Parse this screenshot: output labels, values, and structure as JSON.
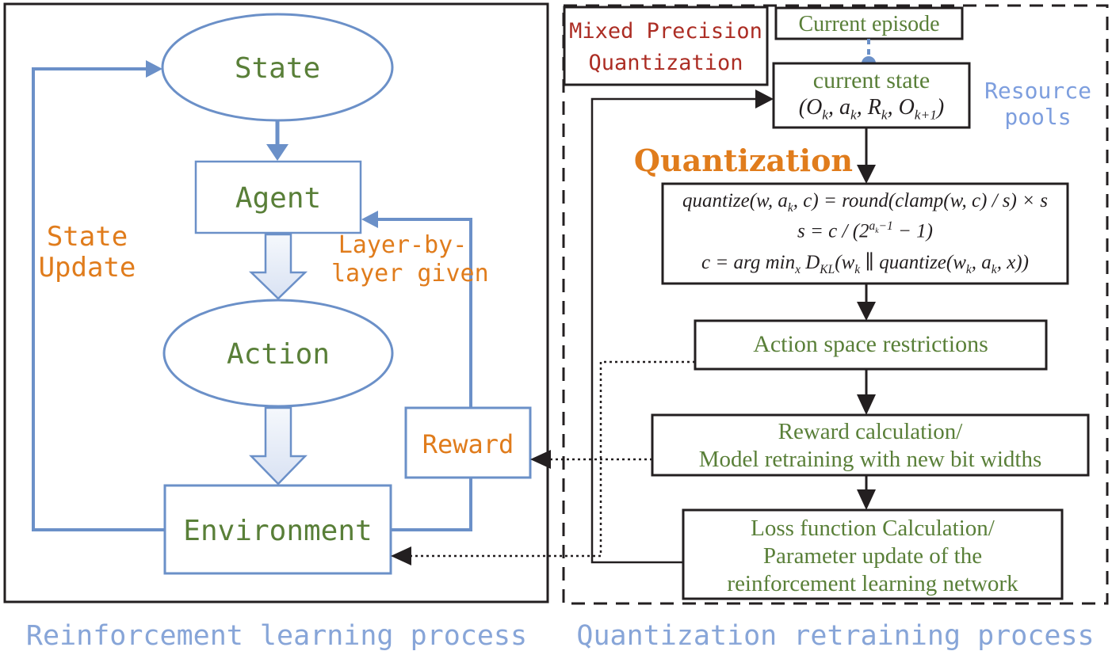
{
  "colors": {
    "node_text_green": "#597F38",
    "annotation_orange": "#E07C1C",
    "header_dark_red": "#AC2D24",
    "wire_blue": "#6B90C8",
    "caption_blue": "#87A5D8",
    "resource_blue": "#7D9EDE",
    "line_black": "#231F20"
  },
  "left_panel": {
    "nodes": {
      "state": {
        "label": "State"
      },
      "agent": {
        "label": "Agent"
      },
      "action": {
        "label": "Action"
      },
      "environment": {
        "label": "Environment"
      },
      "reward": {
        "label": "Reward"
      }
    },
    "annotations": {
      "state_update": {
        "lines": [
          "State",
          "Update"
        ]
      },
      "layer_by_layer": {
        "lines": [
          "Layer-by-",
          "layer given"
        ]
      }
    },
    "caption": "Reinforcement learning process"
  },
  "right_panel": {
    "header": {
      "lines": [
        "Mixed Precision",
        "Quantization"
      ]
    },
    "current_episode": "Current episode",
    "current_state": {
      "title": "current state",
      "tuple": "(O_{k}, a_{k}, R_{k}, O_{k+1})"
    },
    "resource_pools": {
      "lines": [
        "Resource",
        "pools"
      ]
    },
    "quantization_heading": "Quantization",
    "formulas": [
      "quantize(w, a_{k}, c) = round(clamp(w, c) / s) × s",
      "s = c / (2^{a_{k}−1} − 1)",
      "c = arg min_{x} D_{KL}(w_{k} ∥ quantize(w_{k}, a_{k}, x))"
    ],
    "steps": {
      "action_space": "Action space restrictions",
      "reward_calc": {
        "lines": [
          "Reward calculation/",
          "Model retraining with new bit widths"
        ]
      },
      "loss": {
        "lines": [
          "Loss function Calculation/",
          "Parameter update of the",
          "reinforcement learning network"
        ]
      }
    },
    "caption": "Quantization retraining process"
  }
}
